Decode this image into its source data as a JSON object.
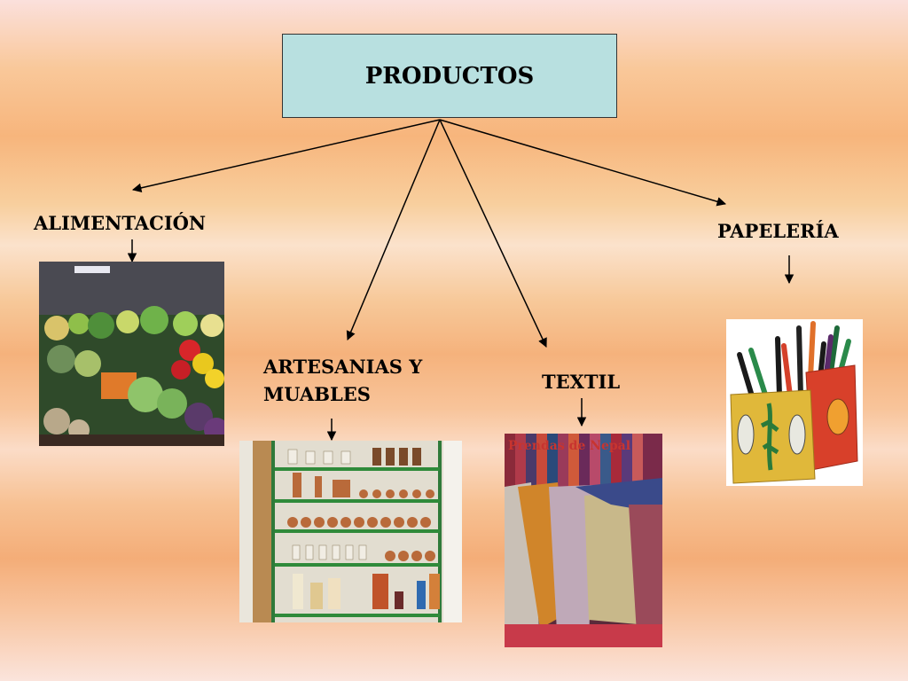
{
  "diagram": {
    "root": "PRODUCTOS",
    "categories": {
      "alimentacion": "ALIMENTACIÓN",
      "artesanias_line1": "ARTESANIAS Y",
      "artesanias_line2": "MUABLES",
      "textil": "TEXTIL",
      "papeleria": "PAPELERÍA"
    },
    "textil_photo_caption": "Prendas de Nepal"
  }
}
